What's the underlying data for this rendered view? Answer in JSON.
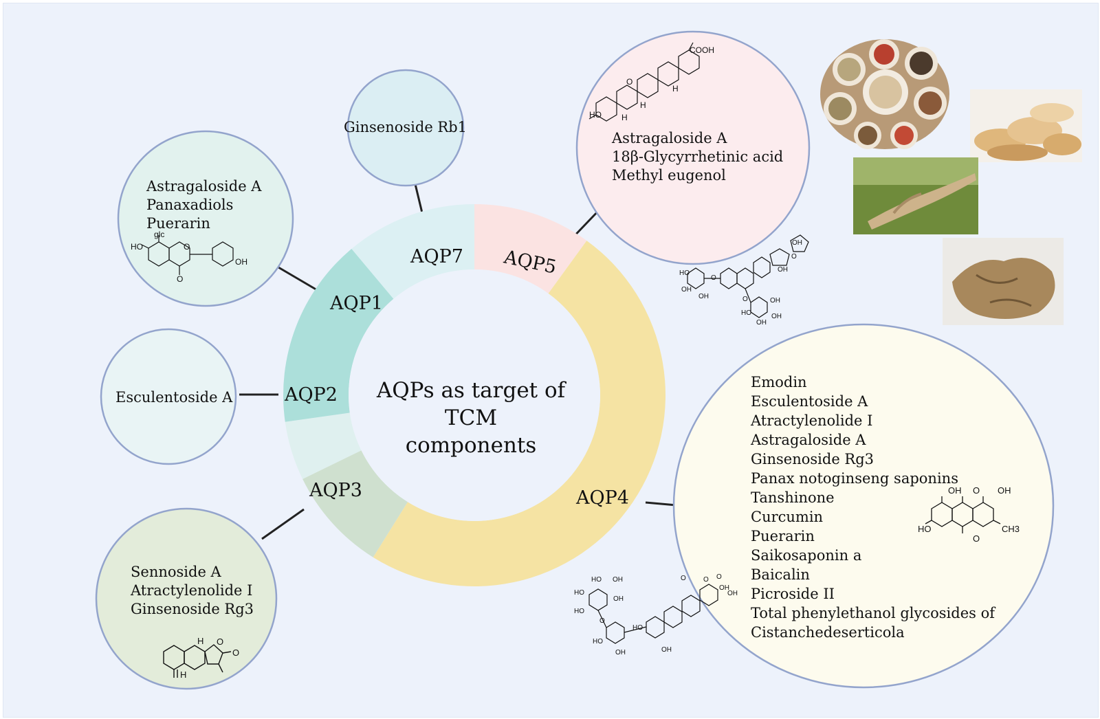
{
  "center": {
    "line1": "AQPs as target of TCM",
    "line2": "components"
  },
  "segments": [
    {
      "label": "AQP7",
      "color": "#dcf0f3"
    },
    {
      "label": "AQP5",
      "color": "#fbe3e2"
    },
    {
      "label": "AQP4",
      "color": "#f5e3a3"
    },
    {
      "label": "AQP3",
      "color": "#cfe0cf"
    },
    {
      "label": "AQP2",
      "color": "#dff0ef"
    },
    {
      "label": "AQP1",
      "color": "#acdfda"
    }
  ],
  "bubbles": {
    "aqp7": {
      "items": [
        "Ginsenoside Rb1"
      ],
      "fill": "#dbeef3"
    },
    "aqp1": {
      "items": [
        "Astragaloside A",
        "Panaxadiols",
        "Puerarin"
      ],
      "fill": "#e2f2ee"
    },
    "aqp2": {
      "items": [
        "Esculentoside A"
      ],
      "fill": "#e9f4f5"
    },
    "aqp3": {
      "items": [
        "Sennoside A",
        "Atractylenolide Ⅰ",
        "Ginsenoside Rg3"
      ],
      "fill": "#e3ecda"
    },
    "aqp5": {
      "items": [
        "Astragaloside A",
        "18β-Glycyrrhetinic acid",
        "Methyl eugenol"
      ],
      "fill": "#fcecee"
    },
    "aqp4": {
      "items": [
        "Emodin",
        "Esculentoside A",
        "Atractylenolide Ⅰ",
        "Astragaloside A",
        "Ginsenoside Rg3",
        "Panax notoginseng saponins",
        "Tanshinone",
        "Curcumin",
        "Puerarin",
        "Saikosaponin a",
        "Baicalin",
        "Picroside II",
        "Total phenylethanol glycosides of",
        "Cistanchedeserticola"
      ],
      "fill": "#fdfbee"
    }
  },
  "structures": {
    "puerarin": {
      "labels": [
        "glc",
        "HO",
        "OH",
        "O",
        "O"
      ]
    },
    "glycyrrhetinic": {
      "labels": [
        "COOH",
        "O",
        "HO",
        "H",
        "H",
        "H"
      ]
    },
    "astragaloside": {
      "labels": [
        "OH",
        "O",
        "OH",
        "HO",
        "OH",
        "OH",
        "O",
        "OH",
        "HO",
        "OH",
        "OH",
        "O"
      ]
    },
    "emodin": {
      "labels": [
        "OH",
        "O",
        "OH",
        "HO",
        "O",
        "CH3"
      ]
    },
    "esculentoside": {
      "labels": [
        "HO",
        "OH",
        "HO",
        "OH",
        "HO",
        "O",
        "HO",
        "HO",
        "OH",
        "OH",
        "OH",
        "O",
        "O",
        "OH",
        "O"
      ]
    },
    "atractylenolide": {
      "labels": [
        "H",
        "O",
        "O",
        "H"
      ]
    }
  }
}
